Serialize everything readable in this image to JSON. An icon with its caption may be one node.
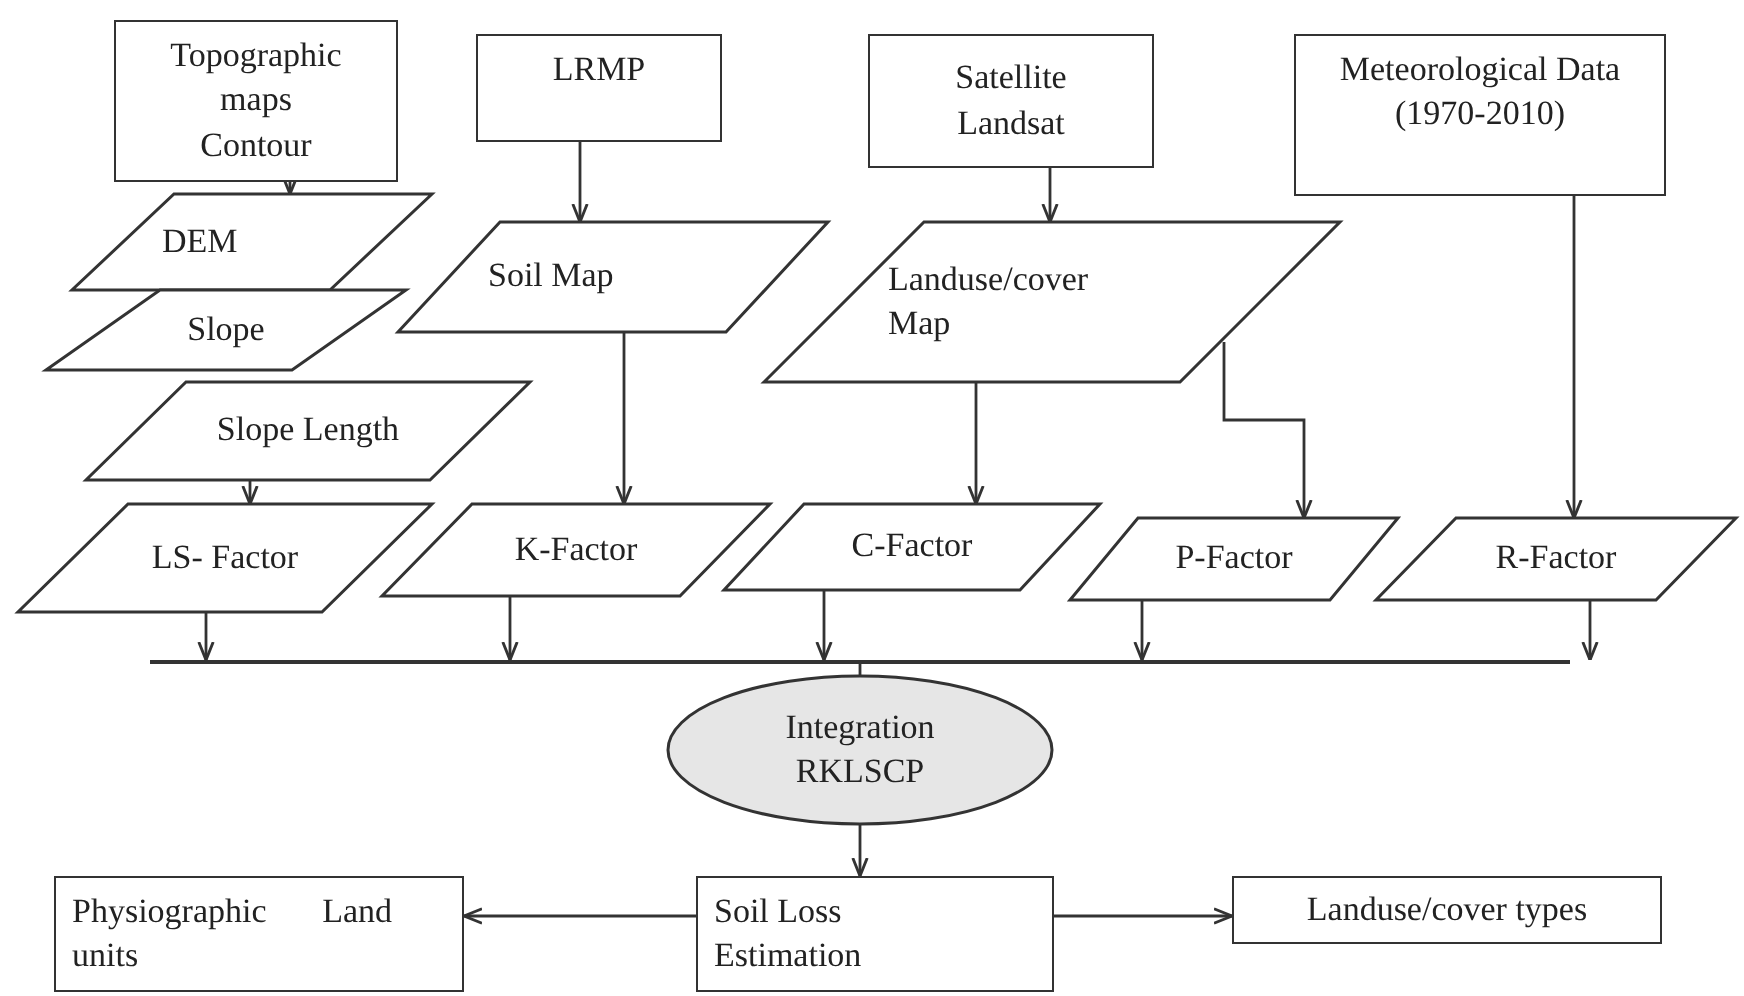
{
  "diagram": {
    "nodes": [
      {
        "text": [
          "Topographic maps Contour"
        ]
      },
      {
        "text": [
          "LRMP"
        ]
      },
      {
        "text": [
          "Satellite Landsat"
        ]
      },
      {
        "text": [
          "Meteorological Data (1970-2010)"
        ]
      },
      {
        "text": [
          "DEM"
        ]
      },
      {
        "text": [
          "Slope"
        ]
      },
      {
        "text": [
          "Soil Map"
        ]
      },
      {
        "text": [
          "Landuse/cover Map"
        ]
      },
      {
        "text": [
          "Slope Length"
        ]
      },
      {
        "text": [
          "LS- Factor"
        ]
      },
      {
        "text": [
          "K-Factor"
        ]
      },
      {
        "text": [
          "C-Factor"
        ]
      },
      {
        "text": [
          "P-Factor"
        ]
      },
      {
        "text": [
          "R-Factor"
        ]
      },
      {
        "text": [],
        "shape": "bar"
      },
      {
        "text": [
          "Integration RKLSCP"
        ]
      },
      {
        "text": [
          "Physiographic Land units"
        ]
      },
      {
        "text": [
          "Soil Loss Estimation"
        ]
      },
      {
        "text": [
          "Landuse/cover types"
        ]
      }
    ],
    "edges": [
      {
        "from": 0,
        "to": 4,
        "arrow": "to"
      },
      {
        "from": 1,
        "to": 6,
        "arrow": "to"
      },
      {
        "from": 2,
        "to": 7,
        "arrow": "to"
      },
      {
        "from": 8,
        "to": 9,
        "arrow": "to"
      },
      {
        "from": 6,
        "to": 10,
        "arrow": "to"
      },
      {
        "from": 7,
        "to": 11,
        "arrow": "to"
      },
      {
        "from": 7,
        "to": 12,
        "arrow": "to"
      },
      {
        "from": 3,
        "to": 13,
        "arrow": "to"
      },
      {
        "from": 9,
        "to": 14,
        "arrow": "to"
      },
      {
        "from": 10,
        "to": 14,
        "arrow": "to"
      },
      {
        "from": 11,
        "to": 14,
        "arrow": "to"
      },
      {
        "from": 12,
        "to": 14,
        "arrow": "to"
      },
      {
        "from": 13,
        "to": 14,
        "arrow": "to"
      },
      {
        "from": 14,
        "to": 15,
        "arrow": "none"
      },
      {
        "from": 15,
        "to": 17,
        "arrow": "to"
      },
      {
        "from": 17,
        "to": 16,
        "arrow": "to"
      },
      {
        "from": 17,
        "to": 18,
        "arrow": "to"
      }
    ]
  }
}
